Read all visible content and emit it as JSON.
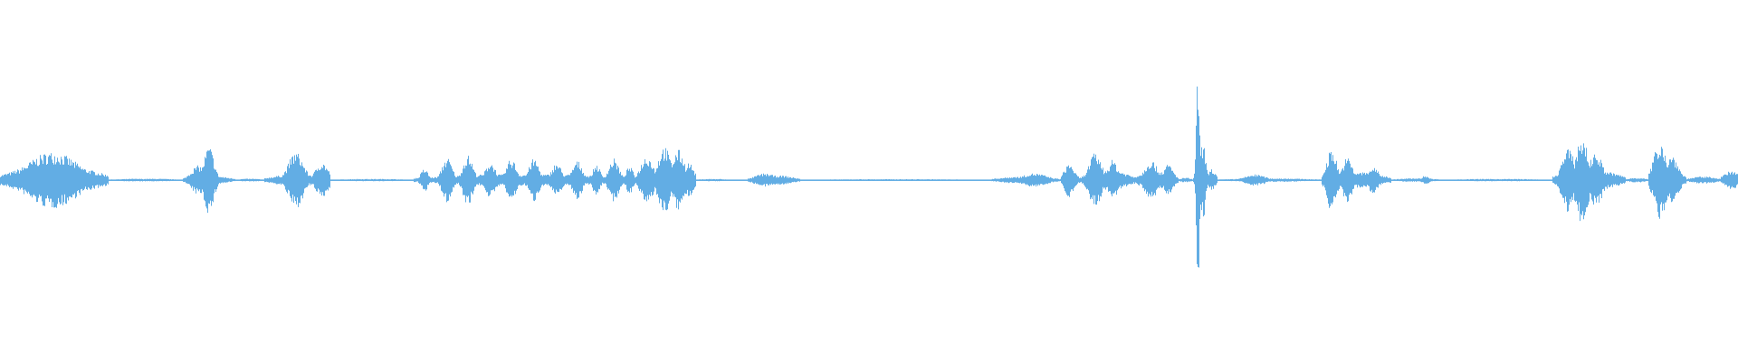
{
  "waveform": {
    "color": "#62ade4",
    "background": "#ffffff",
    "segments": [
      {
        "from": 0.0,
        "to": 0.062,
        "amp": 0.13,
        "peaks": [
          [
            0.03,
            0.25,
            0.02
          ],
          [
            0.012,
            0.1,
            0.01
          ]
        ]
      },
      {
        "from": 0.062,
        "to": 0.105,
        "amp": 0.012,
        "peaks": []
      },
      {
        "from": 0.105,
        "to": 0.135,
        "amp": 0.035,
        "peaks": [
          [
            0.12,
            0.3,
            0.004
          ],
          [
            0.114,
            0.13,
            0.006
          ]
        ]
      },
      {
        "from": 0.135,
        "to": 0.152,
        "amp": 0.012,
        "peaks": []
      },
      {
        "from": 0.152,
        "to": 0.19,
        "amp": 0.05,
        "peaks": [
          [
            0.17,
            0.25,
            0.006
          ],
          [
            0.185,
            0.16,
            0.005
          ]
        ]
      },
      {
        "from": 0.19,
        "to": 0.238,
        "amp": 0.01,
        "peaks": []
      },
      {
        "from": 0.238,
        "to": 0.365,
        "amp": 0.05,
        "peaks": [
          [
            0.244,
            0.1,
            0.003
          ],
          [
            0.257,
            0.2,
            0.004
          ],
          [
            0.269,
            0.22,
            0.004
          ],
          [
            0.282,
            0.16,
            0.004
          ],
          [
            0.294,
            0.19,
            0.004
          ],
          [
            0.307,
            0.19,
            0.004
          ],
          [
            0.32,
            0.15,
            0.004
          ],
          [
            0.332,
            0.17,
            0.004
          ],
          [
            0.343,
            0.14,
            0.003
          ],
          [
            0.353,
            0.19,
            0.004
          ],
          [
            0.362,
            0.12,
            0.003
          ]
        ]
      },
      {
        "from": 0.365,
        "to": 0.4,
        "amp": 0.07,
        "peaks": [
          [
            0.372,
            0.22,
            0.005
          ],
          [
            0.382,
            0.3,
            0.005
          ],
          [
            0.39,
            0.27,
            0.005
          ],
          [
            0.396,
            0.16,
            0.004
          ]
        ]
      },
      {
        "from": 0.4,
        "to": 0.42,
        "amp": 0.01,
        "peaks": []
      },
      {
        "from": 0.43,
        "to": 0.46,
        "amp": 0.04,
        "peaks": [
          [
            0.44,
            0.06,
            0.008
          ]
        ]
      },
      {
        "from": 0.46,
        "to": 0.57,
        "amp": 0.008,
        "peaks": []
      },
      {
        "from": 0.57,
        "to": 0.61,
        "amp": 0.03,
        "peaks": [
          [
            0.595,
            0.06,
            0.01
          ]
        ]
      },
      {
        "from": 0.61,
        "to": 0.622,
        "amp": 0.05,
        "peaks": [
          [
            0.615,
            0.15,
            0.004
          ]
        ]
      },
      {
        "from": 0.622,
        "to": 0.652,
        "amp": 0.09,
        "peaks": [
          [
            0.63,
            0.24,
            0.005
          ],
          [
            0.64,
            0.18,
            0.004
          ]
        ]
      },
      {
        "from": 0.652,
        "to": 0.678,
        "amp": 0.08,
        "peaks": [
          [
            0.662,
            0.18,
            0.005
          ],
          [
            0.672,
            0.14,
            0.004
          ]
        ]
      },
      {
        "from": 0.678,
        "to": 0.686,
        "amp": 0.02,
        "peaks": []
      },
      {
        "from": 0.686,
        "to": 0.7,
        "amp": 0.05,
        "peaks": [
          [
            0.689,
            1.0,
            0.0012
          ],
          [
            0.692,
            0.35,
            0.002
          ],
          [
            0.697,
            0.1,
            0.003
          ]
        ]
      },
      {
        "from": 0.7,
        "to": 0.76,
        "amp": 0.015,
        "peaks": [
          [
            0.722,
            0.05,
            0.008
          ]
        ]
      },
      {
        "from": 0.76,
        "to": 0.8,
        "amp": 0.07,
        "peaks": [
          [
            0.766,
            0.28,
            0.004
          ],
          [
            0.775,
            0.2,
            0.004
          ],
          [
            0.79,
            0.12,
            0.004
          ]
        ]
      },
      {
        "from": 0.8,
        "to": 0.83,
        "amp": 0.015,
        "peaks": [
          [
            0.82,
            0.04,
            0.003
          ]
        ]
      },
      {
        "from": 0.83,
        "to": 0.893,
        "amp": 0.01,
        "peaks": []
      },
      {
        "from": 0.893,
        "to": 0.935,
        "amp": 0.09,
        "peaks": [
          [
            0.902,
            0.28,
            0.005
          ],
          [
            0.91,
            0.38,
            0.005
          ],
          [
            0.918,
            0.25,
            0.005
          ]
        ]
      },
      {
        "from": 0.935,
        "to": 0.948,
        "amp": 0.02,
        "peaks": []
      },
      {
        "from": 0.948,
        "to": 0.97,
        "amp": 0.09,
        "peaks": [
          [
            0.955,
            0.35,
            0.005
          ],
          [
            0.962,
            0.22,
            0.005
          ]
        ]
      },
      {
        "from": 0.97,
        "to": 0.99,
        "amp": 0.03,
        "peaks": []
      },
      {
        "from": 0.99,
        "to": 1.0,
        "amp": 0.06,
        "peaks": [
          [
            0.996,
            0.08,
            0.006
          ]
        ]
      }
    ]
  }
}
